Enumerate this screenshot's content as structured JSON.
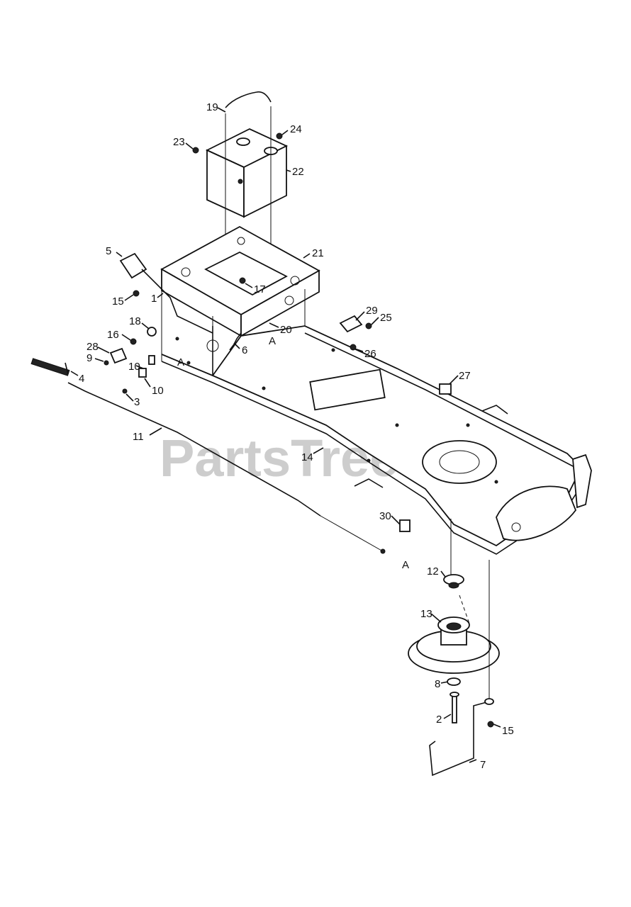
{
  "watermark": "PartsTree",
  "callouts": {
    "c1": "1",
    "c2": "2",
    "c3": "3",
    "c4": "4",
    "c5": "5",
    "c6": "6",
    "c7": "7",
    "c8": "8",
    "c9": "9",
    "c10a": "10",
    "c10b": "10",
    "c11": "11",
    "c12": "12",
    "c13": "13",
    "c14": "14",
    "c15a": "15",
    "c15b": "15",
    "c16": "16",
    "c17": "17",
    "c18": "18",
    "c19": "19",
    "c20": "20",
    "c21": "21",
    "c22": "22",
    "c23": "23",
    "c24": "24",
    "c25": "25",
    "c26": "26",
    "c27": "27",
    "c28": "28",
    "c29": "29",
    "c30": "30",
    "refA1": "A",
    "refA2": "A",
    "refA3": "A"
  }
}
